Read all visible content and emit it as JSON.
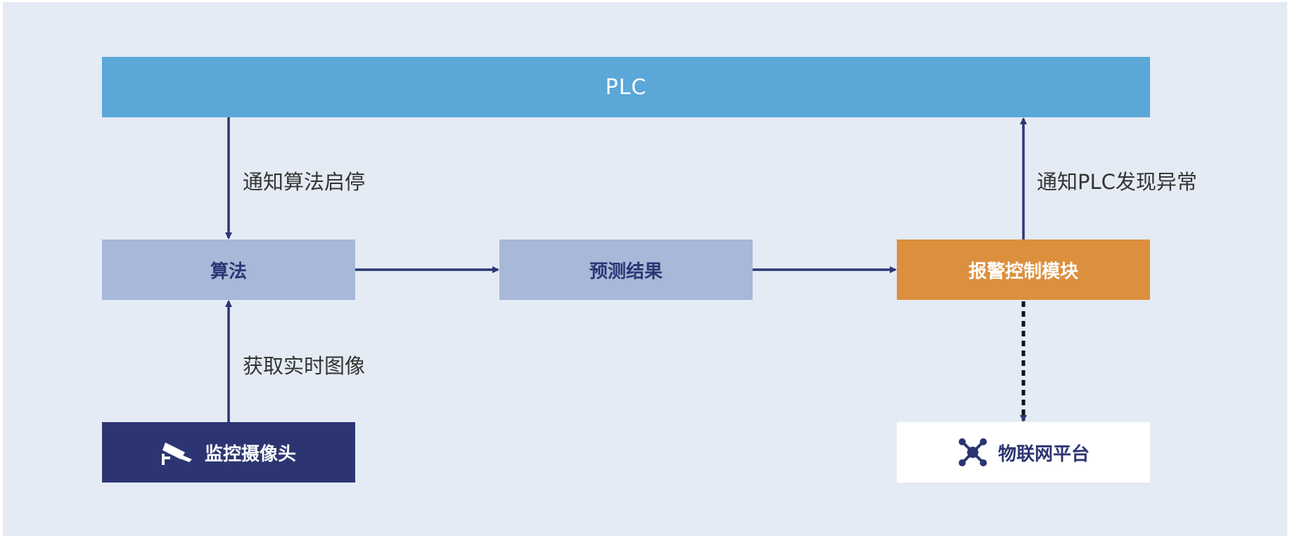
{
  "nodes": {
    "plc": "PLC",
    "algorithm": "算法",
    "prediction": "预测结果",
    "alarm_module": "报警控制模块",
    "camera": "监控摄像头",
    "iot_platform": "物联网平台"
  },
  "edges": {
    "notify_algorithm": "通知算法启停",
    "capture_image": "获取实时图像",
    "notify_plc": "通知PLC发现异常"
  },
  "colors": {
    "background": "#e4ebf5",
    "plc": "#5aa7d8",
    "light_node": "#a7b8d8",
    "alarm": "#dc903e",
    "camera": "#2c3572",
    "arrow": "#2b3674"
  },
  "icons": {
    "camera": "security-camera-icon",
    "iot": "network-hub-icon"
  }
}
